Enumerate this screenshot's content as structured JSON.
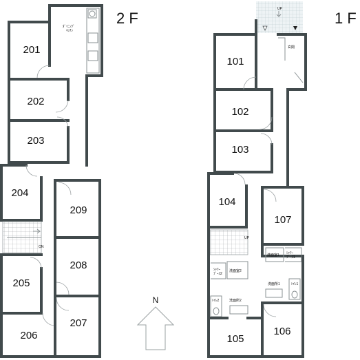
{
  "floors": [
    {
      "label": "2 F"
    },
    {
      "label": "1 F"
    }
  ],
  "rooms_2f": [
    "201",
    "202",
    "203",
    "204",
    "205",
    "206",
    "207",
    "208",
    "209"
  ],
  "rooms_1f": [
    "101",
    "102",
    "103",
    "104",
    "105",
    "106",
    "107"
  ],
  "labels_2f": {
    "kitchen": "ﾀﾞｲﾆﾝｸﾞ\nｷｯﾁﾝ",
    "stair_on": "ON"
  },
  "labels_1f": {
    "up_top": "UP",
    "entrance": "玄関",
    "stair_up": "UP",
    "washroom1": "洗面室1",
    "shower1": "ｼｬﾜｰ\nﾌﾞｰｽ1",
    "washroom2": "洗面室2",
    "shower2": "ｼｬﾜｰ\nﾌﾞｰｽ2",
    "vanity1": "洗面所1",
    "vanity2": "洗面所2",
    "toilet1": "ﾄｲﾚ1",
    "toilet2": "ﾄｲﾚ2"
  },
  "compass": {
    "label": "N"
  },
  "colors": {
    "wall": "#414a4c",
    "tile": "#d7e3e8"
  }
}
